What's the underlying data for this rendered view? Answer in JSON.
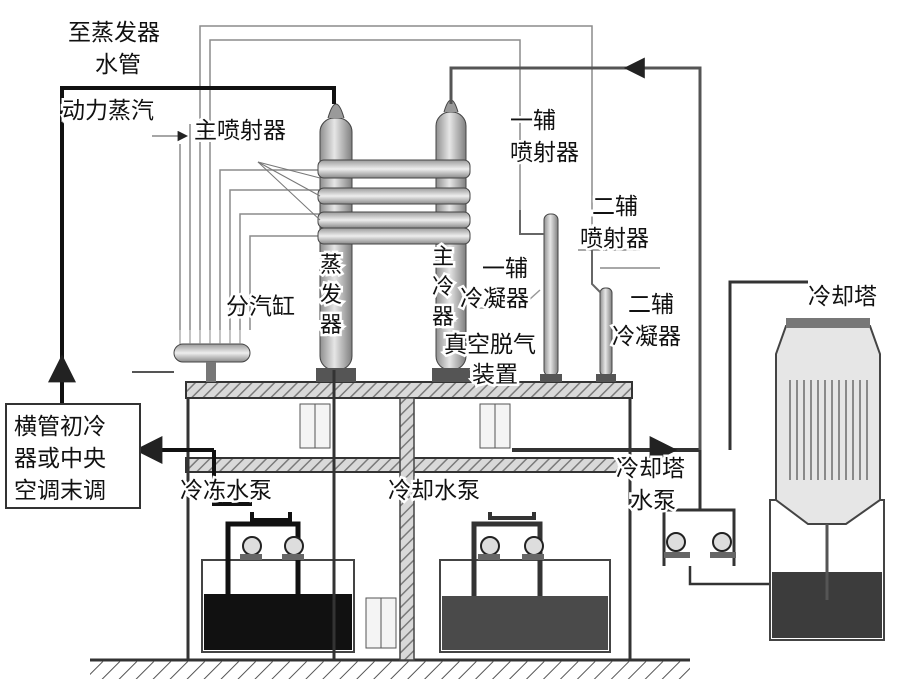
{
  "labels": {
    "to_steam_generator_pipe_line1": "至蒸发器",
    "to_steam_generator_pipe_line2": "水管",
    "motive_steam": "动力蒸汽",
    "main_ejector": "主喷射器",
    "aux1_ejector_line1": "一辅",
    "aux1_ejector_line2": "喷射器",
    "aux2_ejector_line1": "二辅",
    "aux2_ejector_line2": "喷射器",
    "steam_header": "分汽缸",
    "evaporator_chars": [
      "蒸",
      "发",
      "器"
    ],
    "main_condenser_chars": [
      "主",
      "冷",
      "器"
    ],
    "aux1_condenser_line1": "一辅",
    "aux1_condenser_line2": "冷凝器",
    "vacuum_deaeration_line1": "真空脱气",
    "vacuum_deaeration_line2": "装置",
    "aux2_condenser_line1": "二辅",
    "aux2_condenser_line2": "冷凝器",
    "cooling_tower": "冷却塔",
    "terminal_line1": "横管初冷",
    "terminal_line2": "器或中央",
    "terminal_line3": "空调末调",
    "chilled_water_pump": "冷冻水泵",
    "cooling_water_pump": "冷却水泵",
    "cooling_tower_pump_line1": "冷却塔",
    "cooling_tower_pump_line2": "水泵"
  },
  "colors": {
    "line": "#111111",
    "thin_line": "#8c8c8c",
    "chilled_water": "#111111",
    "cooling_water": "#4a4a4a",
    "tower_water": "#3c3c3c",
    "floor_hatch": "#9a9a9a",
    "vessel_fill": "#bdbdbd"
  }
}
